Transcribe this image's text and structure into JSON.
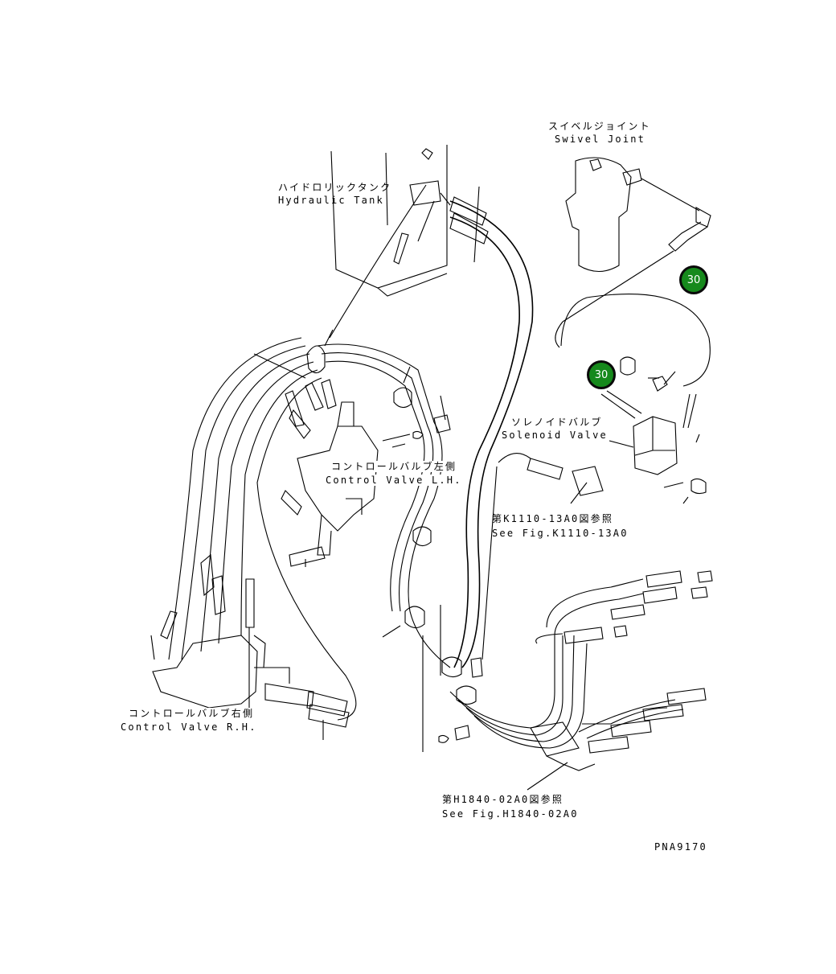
{
  "labels": {
    "swivel_joint_jp": "スイベルジョイント",
    "swivel_joint_en": "Swivel Joint",
    "hydraulic_tank_jp": "ハイドロリックタンク",
    "hydraulic_tank_en": "Hydraulic Tank",
    "solenoid_valve_jp": "ソレノイドバルブ",
    "solenoid_valve_en": "Solenoid Valve",
    "control_valve_lh_jp": "コントロールバルブ左側",
    "control_valve_lh_en": "Control Valve L.H.",
    "control_valve_rh_jp": "コントロールバルブ右側",
    "control_valve_rh_en": "Control Valve R.H.",
    "ref_k1110_jp": "第K1110-13A0図参照",
    "ref_k1110_en": "See Fig.K1110-13A0",
    "ref_h1840_jp": "第H1840-02A0図参照",
    "ref_h1840_en": "See Fig.H1840-02A0",
    "drawing_number": "PNA9170"
  },
  "callouts": [
    {
      "number": "30",
      "color": "#16891c"
    },
    {
      "number": "30",
      "color": "#16891c"
    }
  ]
}
